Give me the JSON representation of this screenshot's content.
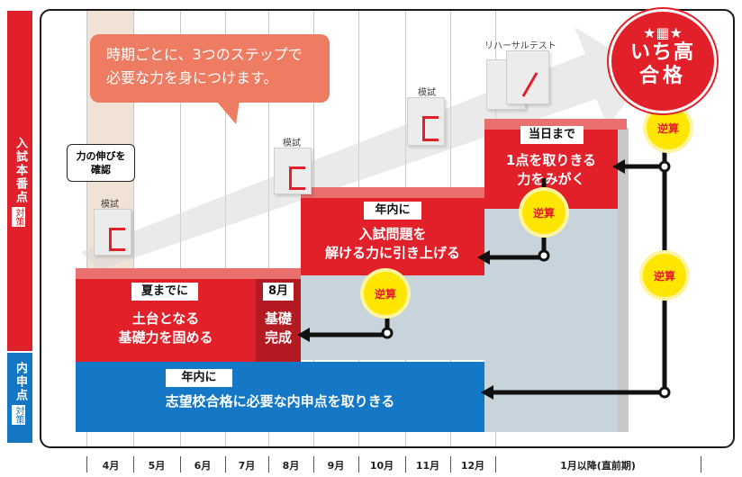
{
  "side": {
    "top_label": "入試本番点",
    "top_tag": "対策",
    "bottom_label": "内申点",
    "bottom_tag": "対策"
  },
  "bubble": {
    "line1": "時期ごとに、3つのステップで",
    "line2": "必要な力を身につけます。"
  },
  "goal": {
    "line1": "いち高",
    "line2": "合格"
  },
  "callout": {
    "line1": "力の伸びを",
    "line2": "確認"
  },
  "mock_tests": [
    {
      "label": "模試"
    },
    {
      "label": "模試"
    },
    {
      "label": "模試"
    },
    {
      "label": "リハーサルテスト"
    }
  ],
  "steps": {
    "summer": {
      "tag": "夏までに",
      "line1": "土台となる",
      "line2": "基礎力を固める"
    },
    "august": {
      "tag": "8月",
      "line1": "基礎",
      "line2": "完成"
    },
    "yearend": {
      "tag": "年内に",
      "line1": "入試問題を",
      "line2": "解ける力に引き上げる"
    },
    "final": {
      "tag": "当日まで",
      "line1": "1点を取りきる",
      "line2": "力をみがく"
    },
    "naishin": {
      "tag": "年内に",
      "line1": "志望校合格に必要な内申点を取りきる"
    }
  },
  "reverse_label": "逆算",
  "months": [
    "4月",
    "5月",
    "6月",
    "7月",
    "8月",
    "9月",
    "10月",
    "11月",
    "12月",
    "1月以降(直前期)"
  ],
  "colors": {
    "red": "#e2202a",
    "blue": "#1478c6",
    "yellow": "#ffe600",
    "bubble": "#ee7c62"
  }
}
